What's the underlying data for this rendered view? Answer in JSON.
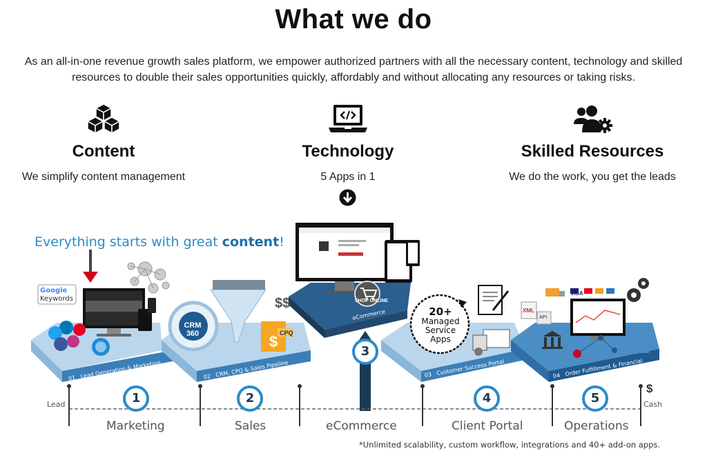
{
  "page": {
    "title": "What we do",
    "intro": "As an all-in-one revenue growth sales platform, we empower authorized partners with all the necessary content, technology and skilled resources to double their sales opportunities quickly, affordably and without allocating any resources or taking risks."
  },
  "columns": [
    {
      "icon": "cubes-icon",
      "heading": "Content",
      "sub": "We simplify content management"
    },
    {
      "icon": "laptop-code-icon",
      "heading": "Technology",
      "sub": "5 Apps in 1"
    },
    {
      "icon": "users-cog-icon",
      "heading": "Skilled Resources",
      "sub": "We do the work, you get the leads"
    }
  ],
  "infographic": {
    "headline_prefix": "Everything starts with great ",
    "headline_bold": "content",
    "headline_suffix": "!",
    "google": "Google",
    "keywords": "Keywords",
    "crm": "CRM",
    "crm_num": "360",
    "cpq": "CPQ",
    "shop": "SHOP ONLINE",
    "msa_num": "20+",
    "msa_l1": "Managed",
    "msa_l2": "Service",
    "msa_l3": "Apps",
    "visa": "VISA",
    "xml": "XML",
    "api": "API",
    "platforms": [
      {
        "num": "01",
        "label": "Lead Generation & Marketing"
      },
      {
        "num": "02",
        "label": "CRM, CPQ & Sales Pipeline"
      },
      {
        "num": "",
        "label": "eCommerce"
      },
      {
        "num": "03",
        "label": "Customer Success Portal"
      },
      {
        "num": "04",
        "label": "Order Fulfillment & Financial"
      }
    ],
    "stages": [
      {
        "num": "1",
        "label": "Marketing"
      },
      {
        "num": "2",
        "label": "Sales"
      },
      {
        "num": "3",
        "label": "eCommerce"
      },
      {
        "num": "4",
        "label": "Client Portal"
      },
      {
        "num": "5",
        "label": "Operations"
      }
    ],
    "lead": "Lead",
    "cash": "Cash",
    "dollar": "$",
    "footnote": "*Unlimited scalability, custom workflow, integrations and 40+ add-on apps."
  },
  "colors": {
    "accent_blue": "#2a8bc9",
    "navy": "#1b3a57",
    "platform_blue": "#4a8ec5"
  }
}
